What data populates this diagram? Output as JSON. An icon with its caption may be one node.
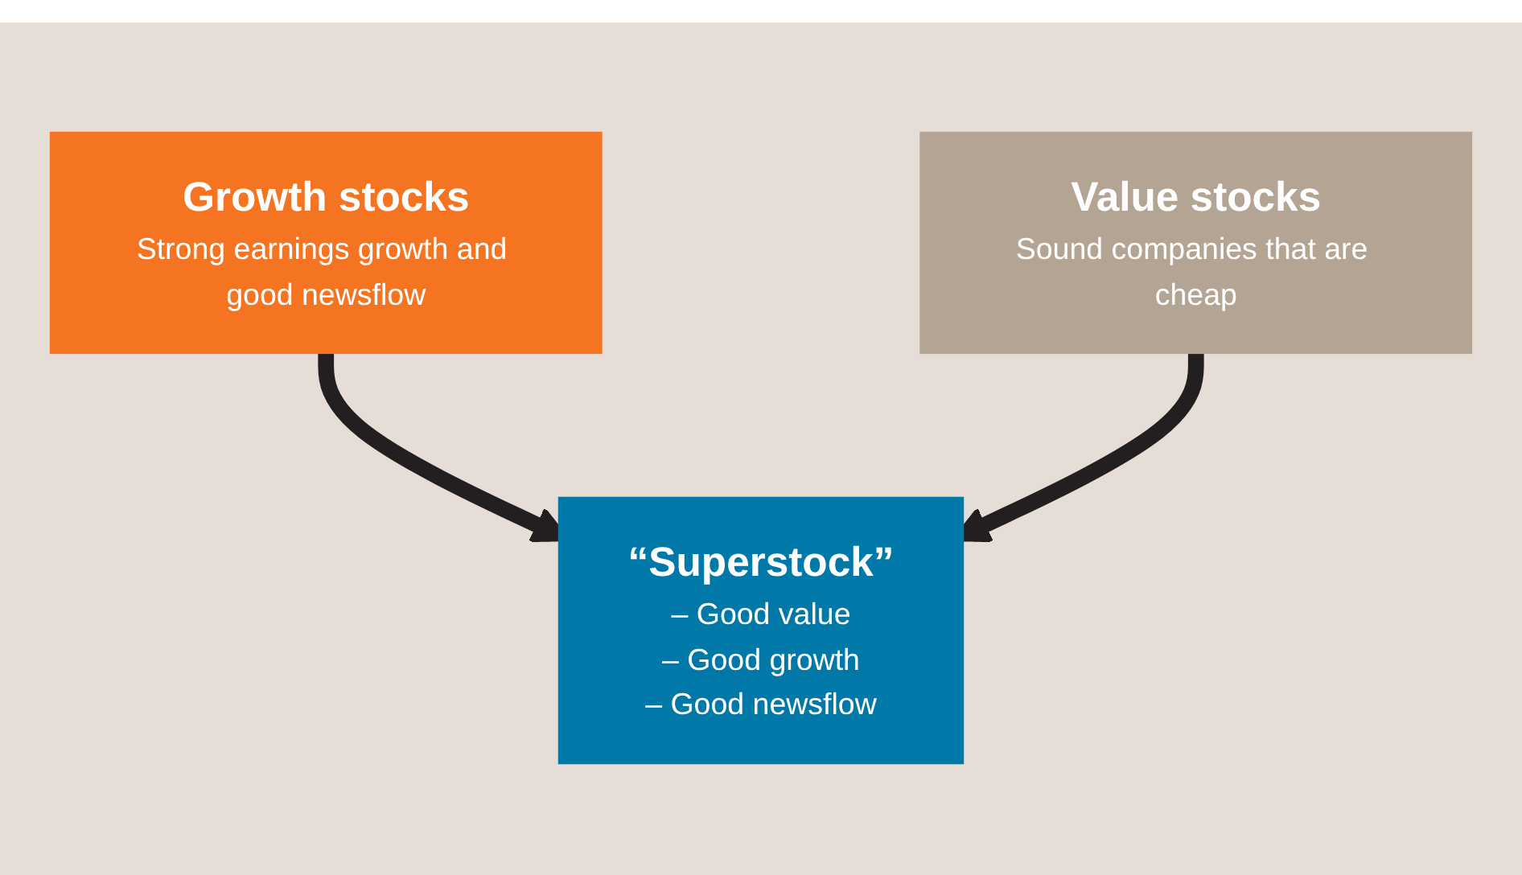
{
  "diagram": {
    "nodes": [
      {
        "text": [
          "Growth stocks",
          "Strong earnings growth and good newsflow"
        ]
      },
      {
        "text": [
          "Value stocks",
          "Sound companies that are cheap"
        ]
      },
      {
        "text": [
          "“Superstock”",
          "– Good value",
          "– Good growth",
          "– Good newsflow"
        ]
      }
    ],
    "edges": [
      {
        "from": 0,
        "to": 2,
        "arrow": "to"
      },
      {
        "from": 1,
        "to": 2,
        "arrow": "to"
      }
    ]
  }
}
